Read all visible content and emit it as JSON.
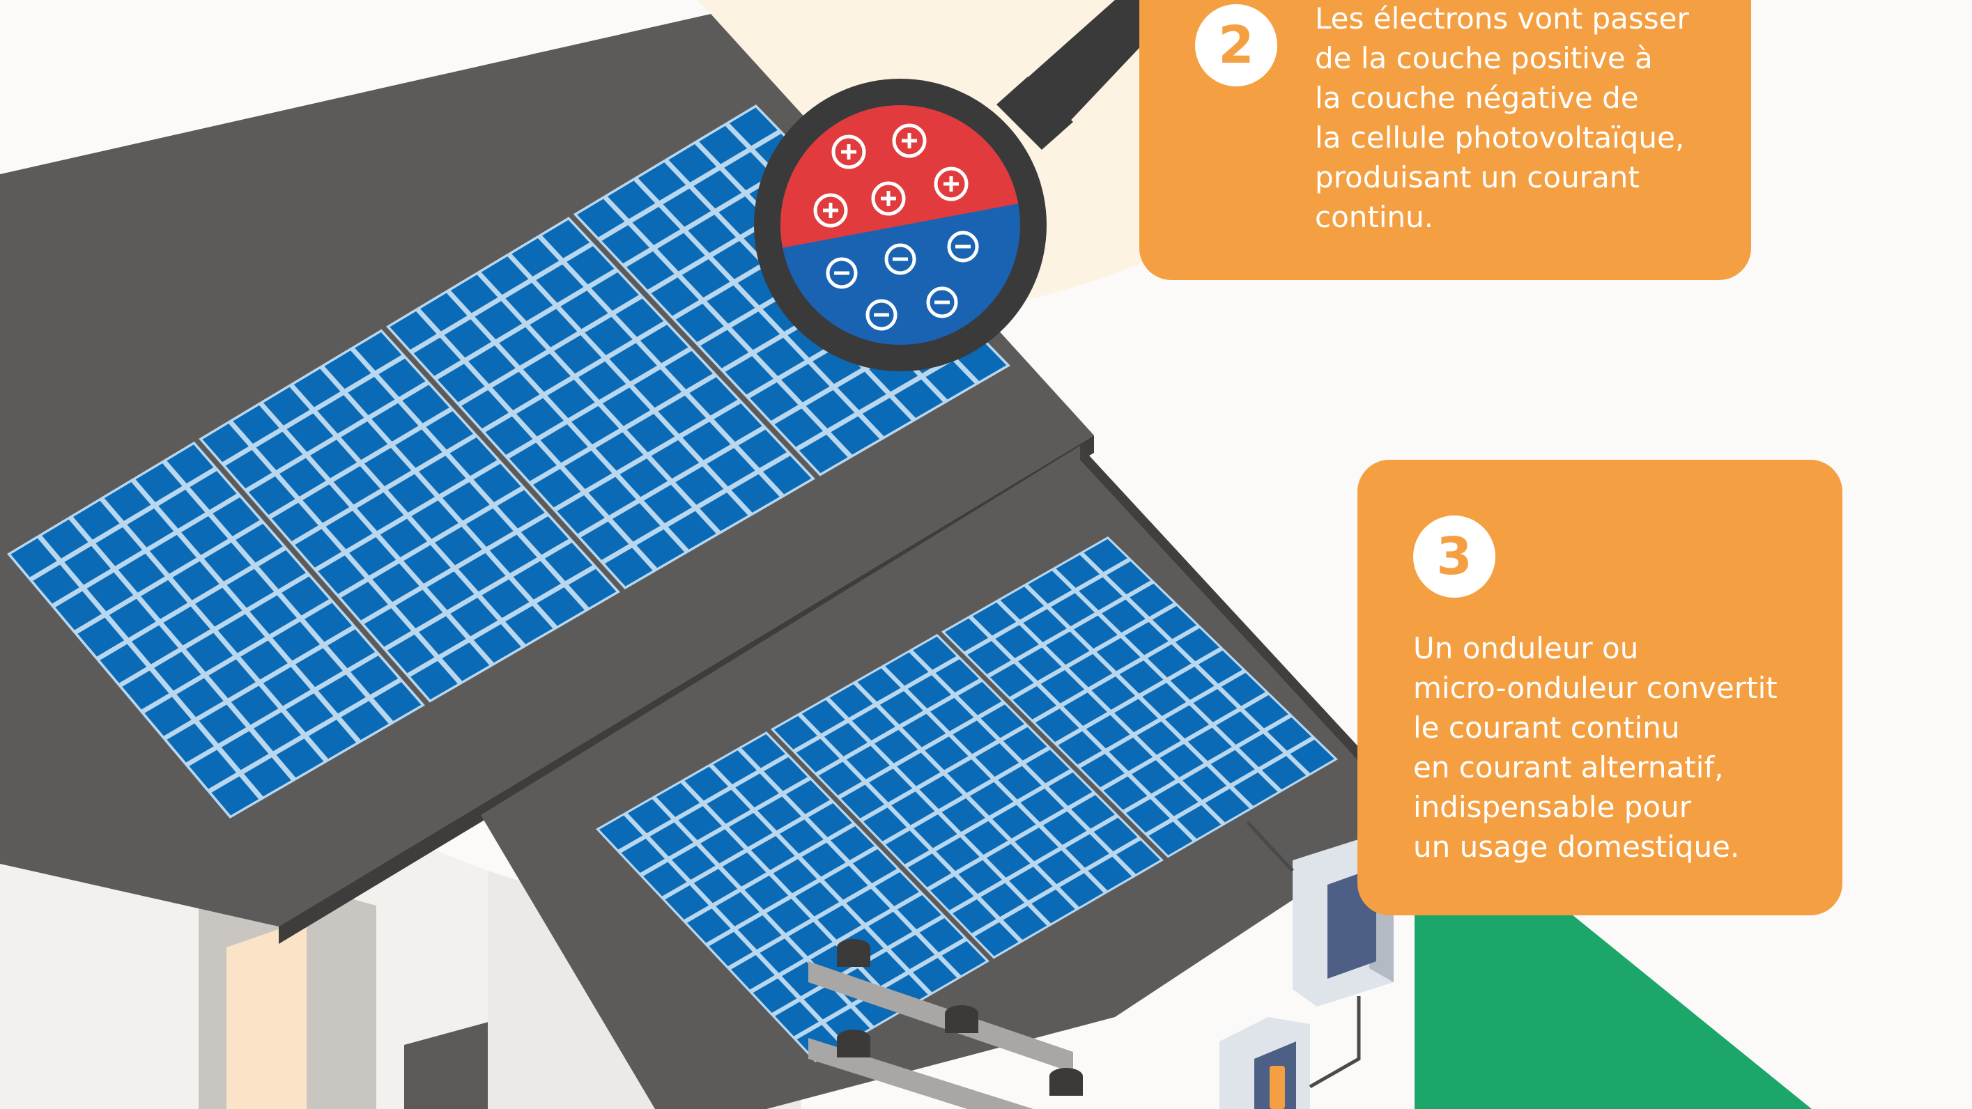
{
  "colors": {
    "background": "#fbfaf8",
    "callout": "#f4a042",
    "roof": "#5c5b5a",
    "panel_cell": "#0a6ab5",
    "panel_line": "#b9d7ee",
    "positive_layer": "#e23b3d",
    "negative_layer": "#1a63b3",
    "lawn": "#1ca66a"
  },
  "icons": [
    "magnifier-icon",
    "plus-icon",
    "minus-icon",
    "inverter-icon",
    "battery-icon"
  ],
  "step2": {
    "number": "2",
    "text": "Les électrons vont passer\nde la couche positive à\nla couche négative de\nla cellule photovoltaïque,\nproduisant un courant\ncontinu."
  },
  "step3": {
    "number": "3",
    "text": "Un onduleur ou\nmicro-onduleur convertit\nle courant continu\nen courant alternatif,\nindispensable pour\nun usage domestique."
  },
  "magnifier": {
    "positive_charges": 5,
    "negative_charges": 5
  }
}
